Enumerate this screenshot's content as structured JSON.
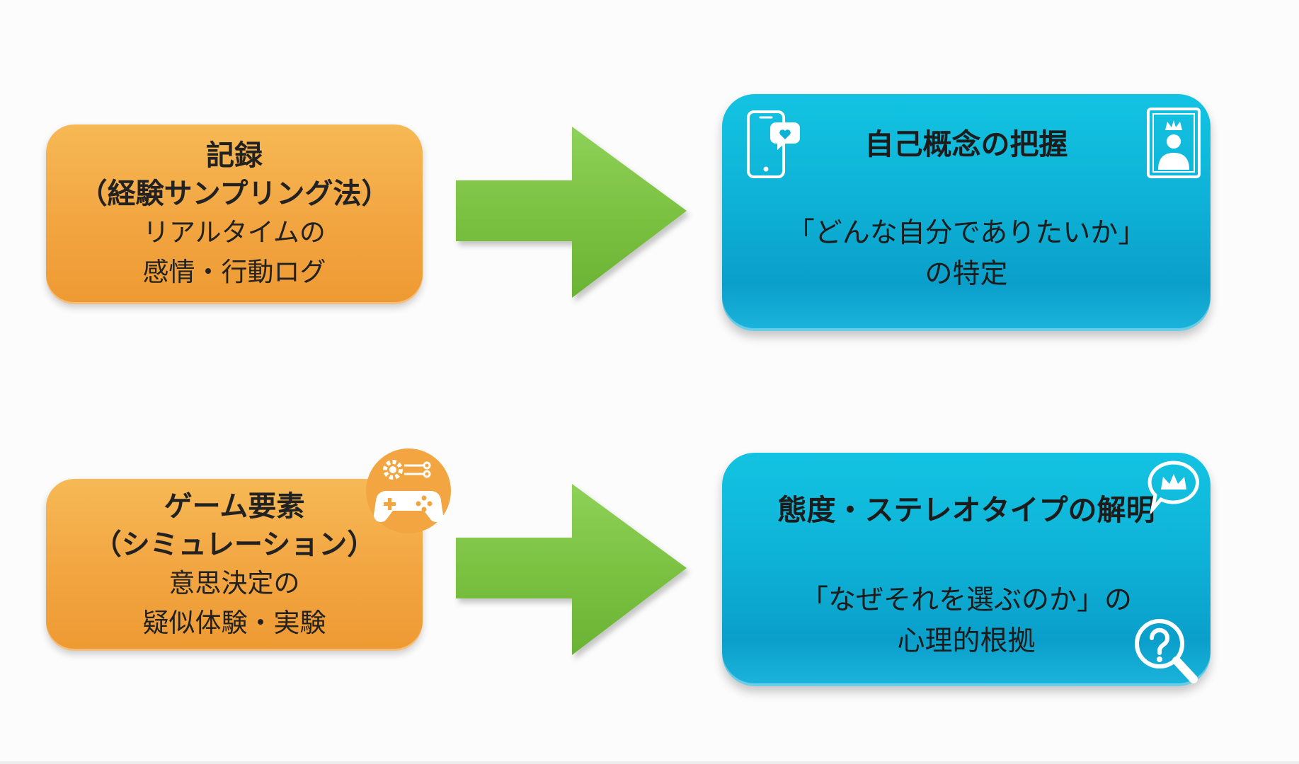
{
  "flow": [
    {
      "source": {
        "title_lines": [
          "記録",
          "（経験サンプリング法）"
        ],
        "body_lines": [
          "リアルタイムの",
          "感情・行動ログ"
        ]
      },
      "result": {
        "title": "自己概念の把握",
        "body_lines": [
          "「どんな自分でありたいか」",
          "の特定"
        ],
        "icons": [
          "smartphone-chat-icon",
          "crown-portrait-icon"
        ]
      }
    },
    {
      "source": {
        "title_lines": [
          "ゲーム要素",
          "（シミュレーション）"
        ],
        "body_lines": [
          "意思決定の",
          "疑似体験・実験"
        ],
        "icons": [
          "gear-gamepad-icon"
        ]
      },
      "result": {
        "title": "態度・ステレオタイプの解明",
        "body_lines": [
          "「なぜそれを選ぶのか」の",
          "心理的根拠"
        ],
        "icons": [
          "crown-speech-bubble-icon",
          "question-magnifier-icon"
        ]
      }
    }
  ],
  "colors": {
    "orange": "#f2a541",
    "blue": "#0eb2d6",
    "arrow_green": "#7cc242",
    "text": "#222222",
    "background": "#fcfcfc"
  }
}
